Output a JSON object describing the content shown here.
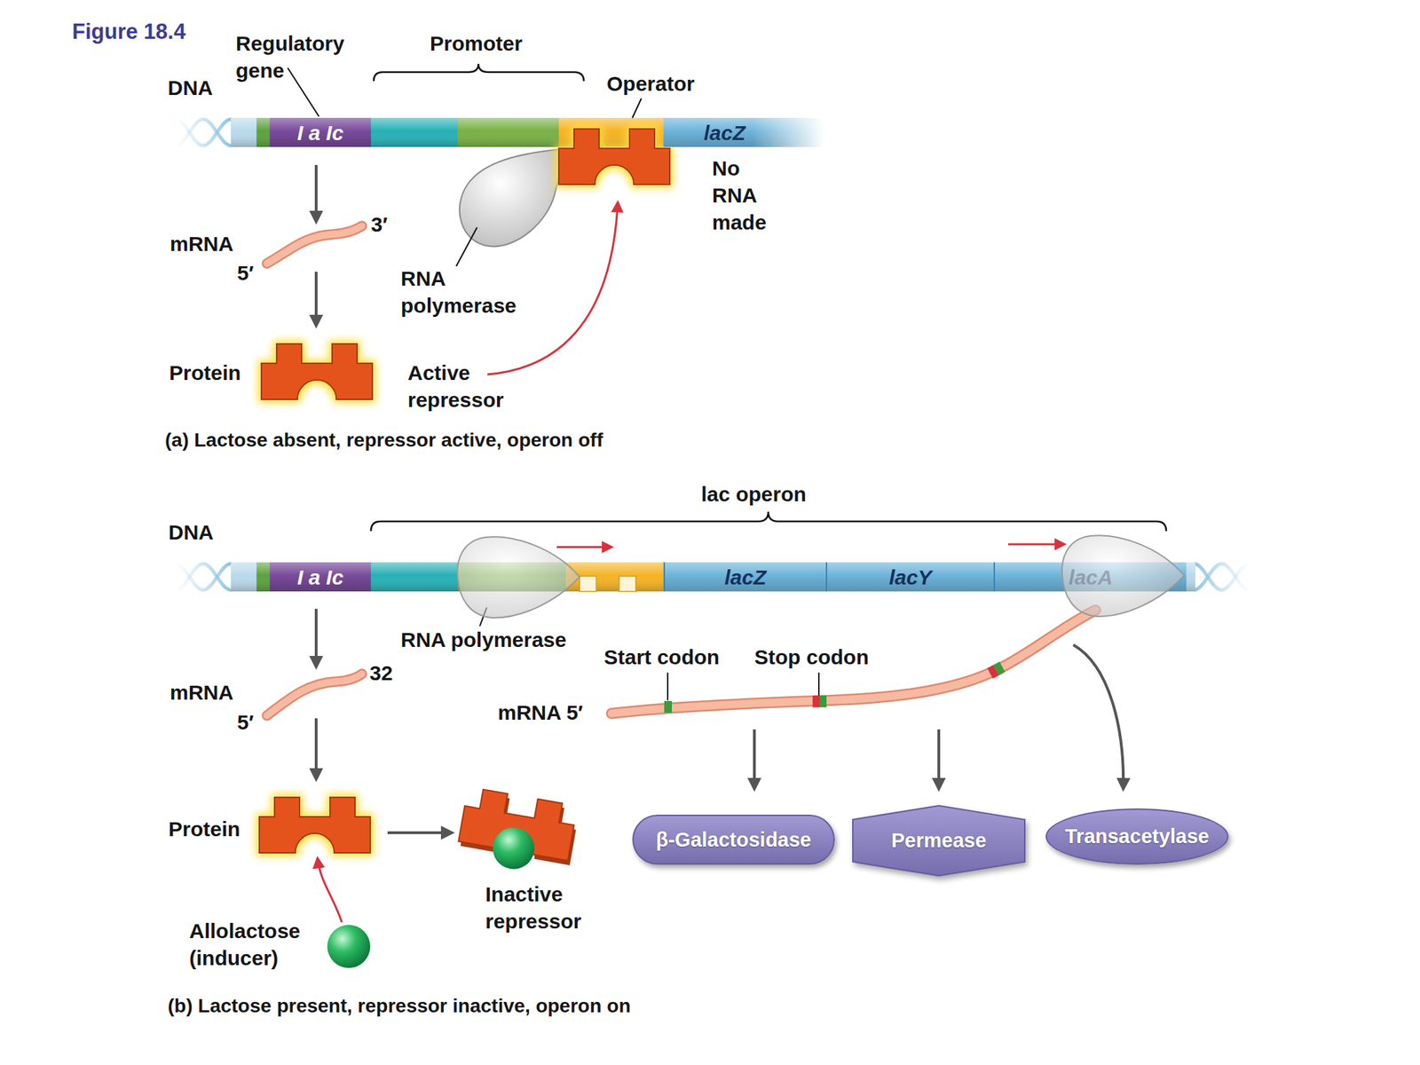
{
  "diagram": {
    "title": "Figure 18.4",
    "nodes": [
      {
        "text": [
          "I a Ic"
        ]
      },
      {
        "text": [
          "lacZ"
        ]
      },
      {
        "text": [
          "I a Ic"
        ]
      },
      {
        "text": [
          "lacZ"
        ]
      },
      {
        "text": [
          "lacY"
        ]
      },
      {
        "text": [
          "lacA"
        ]
      },
      {
        "text": [
          "β-Galactosidase"
        ]
      },
      {
        "text": [
          "Permease"
        ]
      },
      {
        "text": [
          "Transacetylase"
        ]
      }
    ],
    "labels": [
      "Regulatory gene",
      "Promoter",
      "DNA",
      "Operator",
      "No RNA made",
      "mRNA",
      "3′",
      "5′",
      "RNA polymerase",
      "Protein",
      "Active repressor",
      "(a) Lactose absent, repressor active, operon off",
      "lac operon",
      "DNA",
      "RNA polymerase",
      "Start codon",
      "Stop codon",
      "mRNA",
      "32",
      "mRNA 5′",
      "5′",
      "Protein",
      "Inactive repressor",
      "Allolactose (inducer)",
      "(b) Lactose present, repressor inactive, operon on"
    ]
  }
}
